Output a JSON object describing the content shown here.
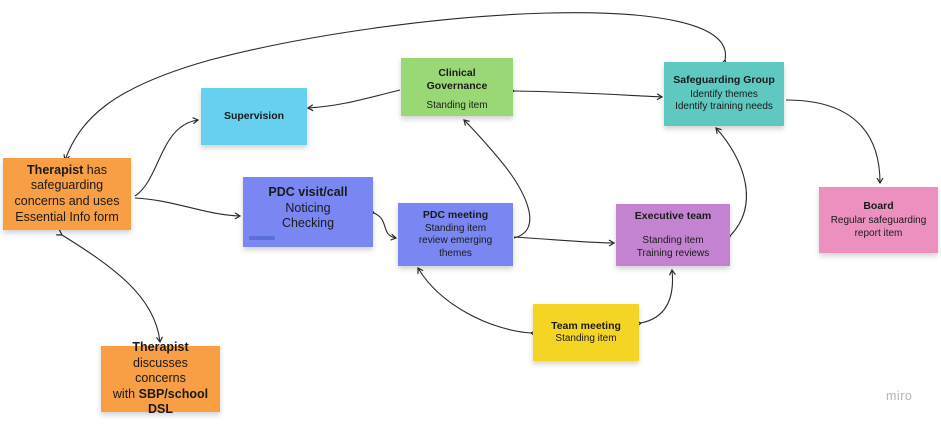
{
  "colors": {
    "orange": "#f89e45",
    "light_blue": "#67d0f0",
    "green": "#9ad876",
    "teal": "#5fc8c0",
    "blue_purple": "#7a87f2",
    "purple": "#c383d1",
    "yellow": "#f4d524",
    "pink": "#ec90bf",
    "arrow": "#2a2a2a"
  },
  "notes": {
    "therapist_concerns": {
      "line1_bold": "Therapist",
      "line1_rest": " has",
      "line2": "safeguarding",
      "line3": "concerns and uses",
      "line4": "Essential Info form"
    },
    "therapist_discusses": {
      "title": "Therapist",
      "line2": "discusses concerns",
      "line3_prefix": "with ",
      "line3_bold": "SBP/school",
      "line4_bold": "DSL"
    },
    "supervision": {
      "title": "Supervision"
    },
    "clinical_governance": {
      "title": "Clinical Governance",
      "body": "Standing item"
    },
    "safeguarding_group": {
      "title": "Safeguarding Group",
      "line2": "Identify themes",
      "line3": "Identify training needs"
    },
    "pdc_visit": {
      "title": "PDC visit/call",
      "line2": "Noticing",
      "line3": "Checking"
    },
    "pdc_meeting": {
      "title": "PDC meeting",
      "line2": "Standing item",
      "line3": "review emerging",
      "line4": "themes"
    },
    "executive_team": {
      "title": "Executive team",
      "line2": "Standing item",
      "line3": "Training reviews"
    },
    "team_meeting": {
      "title": "Team meeting",
      "line2": "Standing item"
    },
    "board": {
      "title": "Board",
      "line2": "Regular safeguarding",
      "line3": "report item"
    }
  },
  "branding": {
    "logo": "miro"
  }
}
